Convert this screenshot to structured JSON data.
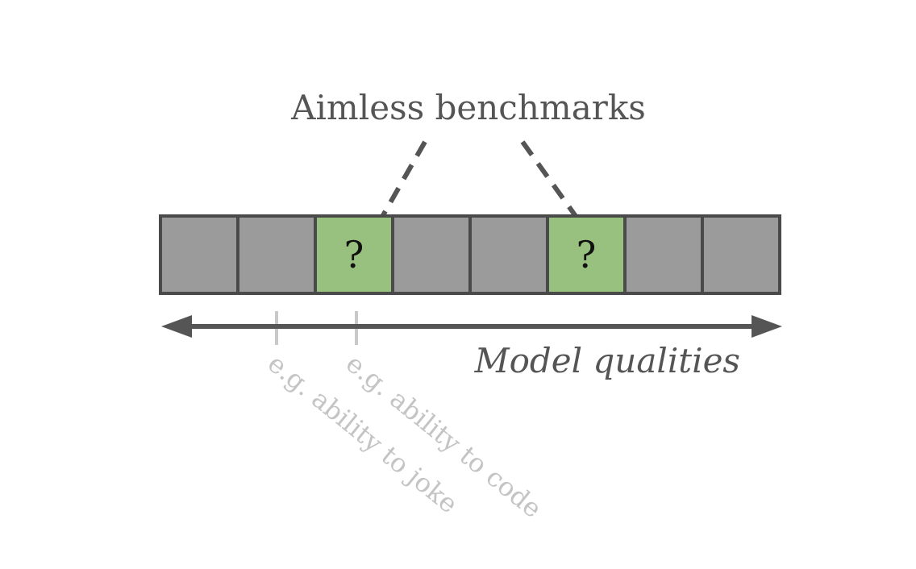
{
  "title": "Aimless benchmarks",
  "axis_label": "Model qualities",
  "cells": [
    {
      "highlighted": false,
      "mark": ""
    },
    {
      "highlighted": false,
      "mark": ""
    },
    {
      "highlighted": true,
      "mark": "?"
    },
    {
      "highlighted": false,
      "mark": ""
    },
    {
      "highlighted": false,
      "mark": ""
    },
    {
      "highlighted": true,
      "mark": "?"
    },
    {
      "highlighted": false,
      "mark": ""
    },
    {
      "highlighted": false,
      "mark": ""
    }
  ],
  "examples": [
    {
      "label": "e.g. ability to joke"
    },
    {
      "label": "e.g. ability to code"
    }
  ],
  "colors": {
    "cell_fill": "#9b9b9b",
    "cell_border": "#4a4a4a",
    "highlight_fill": "#98c17f",
    "text": "#555555",
    "example_text": "#c4c4c4",
    "connector": "#555555"
  }
}
